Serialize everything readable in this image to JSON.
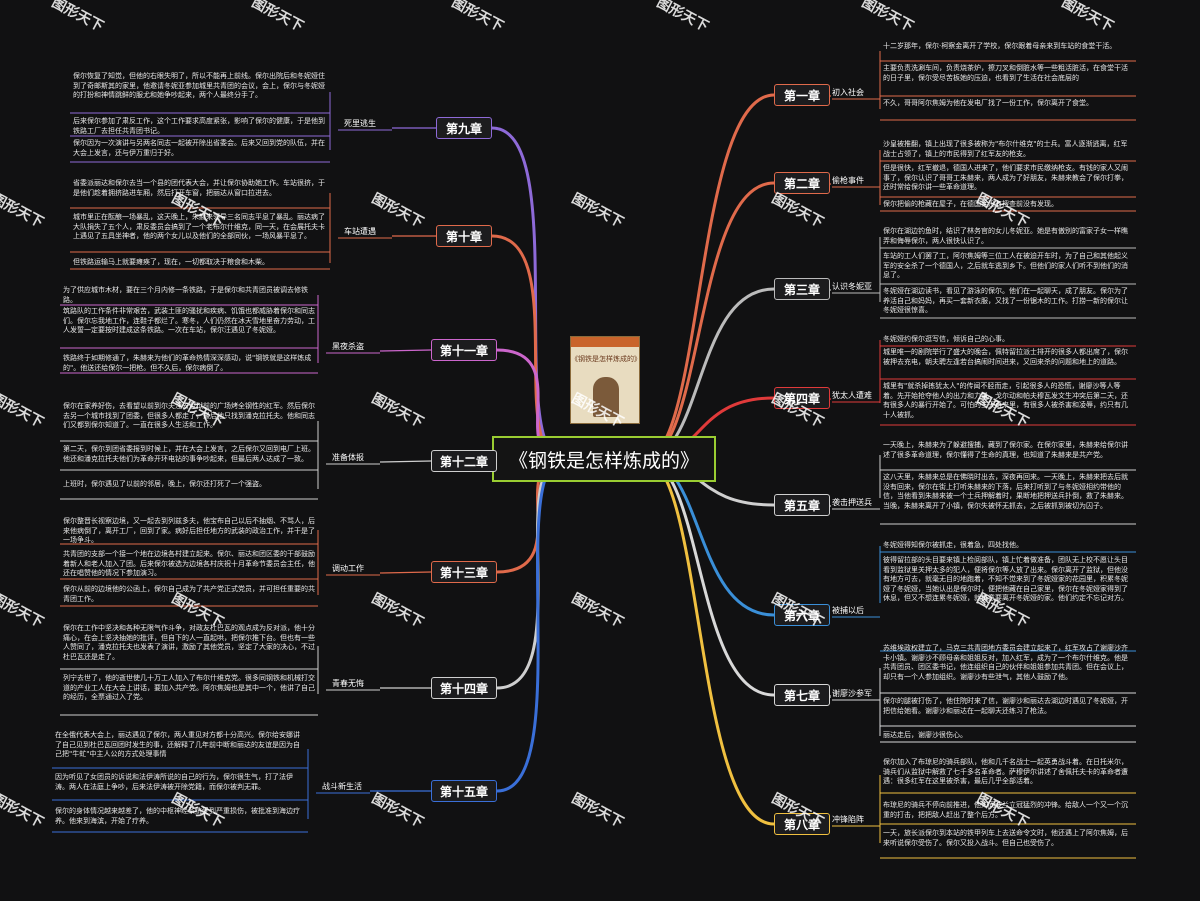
{
  "center_title": "《钢铁是怎样炼成的》",
  "watermark": "图形天下",
  "colors": {
    "c1": "#e06a4b",
    "c2": "#e06a4b",
    "c3": "#bbbbbb",
    "c4": "#e03a3a",
    "c5": "#cfcfcf",
    "c6": "#3a8fd8",
    "c7": "#d8d8d8",
    "c8": "#f0c040",
    "c9": "#8e6ad8",
    "c10": "#e06a4b",
    "c11": "#cc66cc",
    "c12": "#cfcfcf",
    "c13": "#e06a4b",
    "c14": "#cfcfcf",
    "c15": "#3a6fd8",
    "accent": "#9acd32"
  },
  "chapters": [
    {
      "id": "c1",
      "label": "第一章",
      "topic": "初入社会",
      "leaves": [
        "十二岁那年，保尔·柯察金离开了学校，保尔跟着母亲来到车站的食堂干活。",
        "主要负责洗涮车间，负责烧茶炉，擦刀叉和倒脏水等一些粗活脏活，在食堂干活的日子里，保尔受尽苦板她的压迫，也看到了生活在社会底层的",
        "不久，哥哥阿尔焦姆为他在发电厂找了一份工作，保尔离开了食堂。"
      ]
    },
    {
      "id": "c2",
      "label": "第二章",
      "topic": "偷枪事件",
      "leaves": [
        "沙皇被推翻，镇上出现了很多被称为\"布尔什维克\"的士兵。富人逐渐逃离，红军战士占领了，镇上的市民得到了红军友的枪支。",
        "但是很快，红军撤退，德国人进来了，他们要求市民缴纳枪支。有钱的家人又闹事了，保尔认识了哥哥工朱赫来，两人成为了好朋友，朱赫来教会了保尔打拳，还时常给保尔讲一些革命道理。",
        "保尔把偷的枪藏在屋子，在德国兵没有搜查前没有发现。"
      ]
    },
    {
      "id": "c3",
      "label": "第三章",
      "topic": "认识冬妮亚",
      "leaves": [
        "保尔在湖边钓鱼时，结识了林务官的女儿冬妮亚。她是有傲别的富家子女一样瞧弄和侮辱保尔，两人很快认识了。",
        "车站的工人们罢了工，阿尔焦姆等三位工人在被迫开车时，为了自己和其他起义军的安全杀了一个德国人，之后就车逃到乡下。但他们的家人们听不到他们的消息了。",
        "冬妮娅在湖边读书，看见了游泳的保尔。他们在一起聊天，成了朋友。保尔为了养活自己和妈妈，再买一套新衣服，又找了一份锯木的工作。打捞一新的保尔让冬妮娅很惊喜。"
      ]
    },
    {
      "id": "c4",
      "label": "第四章",
      "topic": "犹太人遭难",
      "leaves": [
        "冬妮娅约保尔逛写信，倾诉自己的心事。",
        "城里唯一的剧院举行了盛大的晚会，佩特留拉派士排开的很多人都出席了，保尔被押去充电，朝夫聘左逢若台搞闹时间进来，又回来杀的问题和地上的道路。",
        "城里有\"就杀掉拣犹太人\"的传闻不胫而走，引起很多人的恐慌，谢廖沙等人等着。先开始抢夺他人的出力和力量。戈尔动和帕夫穆瓦发文生冲突后第二天，还有很多人的暴行开始了。可怕的三天再来里，有很多人被杀害和凌辱，约只有几十人被抓。"
      ]
    },
    {
      "id": "c5",
      "label": "第五章",
      "topic": "袭击押送兵",
      "leaves": [
        "一天晚上，朱赫来为了躲避搜捕，藏到了保尔家。在保尔家里，朱赫来给保尔讲述了很多革命道理，保尔懂得了生命的真理，也知道了朱赫来是共产党。",
        "这八天里，朱赫来总是在佛晓时出去，深夜再回来。一天晚上，朱赫来把去后就没有回来，保尔在街上打听朱赫来的下落，后来打听到了与冬妮娅相约带他的信，当他看到朱赫来被一个士兵押解着时，果断地把押送兵扑倒，救了朱赫来。当晚，朱赫来离开了小镇，保尔失被怀无抓去，之后被抓到被切为囚子。"
      ]
    },
    {
      "id": "c6",
      "label": "第六章",
      "topic": "被捕以后",
      "leaves": [
        "冬妮娅得知保尔被抓走，很着急，四处找他。",
        "彼得留拉部的头目要来镇上检阅部队，镇上忙着做准备，团队无上校不愿让头目看到监狱里关押太多的犯人，便将保尔等人放了出来。保尔离开了监狱，但他没有地方可去，就毫无目的地跑着，不知不觉来到了冬妮娅家的花园里，积累冬妮娅了冬妮娅，当她认出是保尔时，便把他藏在自己家里，保尔在冬妮娅家得到了休息，但又不想连累冬妮娅，就执意要离开冬妮娅的家。他们约定不忘记对方。"
      ]
    },
    {
      "id": "c7",
      "label": "第七章",
      "topic": "谢廖沙参军",
      "leaves": [
        "苏维埃政权建立了，马克三共青团地方委员会建立起来了，红军攻占了谢廖沙齐卡小镇。谢廖沙不顾母亲和姐姐反对，加入红军，成为了一个布尔什维克。他是共青团员、团区委书记，他连组织自己的伙伴和姐姐参加共青团。但在会议上，却只有一个人参加组织。谢廖沙有些泄气，其他人鼓励了他。",
        "保尔的腿被打伤了，他住院时来了信，谢廖沙和丽达去湖边时遇见了冬妮娅，开把信给她看。谢廖沙和丽达在一起聊天还练习了枪法。",
        "丽达走后，谢廖沙很伤心。"
      ]
    },
    {
      "id": "c8",
      "label": "第八章",
      "topic": "冲锋陷阵",
      "leaves": [
        "保尔加入了布琼尼的骑兵部队，他和几千名战士一起英勇战斗着。在日托米尔，骑兵们从监狱中解救了七千多名革命者。萨穆伊尔讲述了舍佩托夫卡的革命者遭遇：很多红军在这里被杀害，最后几乎全部活着。",
        "布琼尼的骑兵不停向前推进，他如同波兰立冠猛烈的冲锋。给敌人一个又一个沉重的打击，把把敌人赶出了整个后方。",
        "一天，旅长派保尔到本站的铁甲列车上去送命令文时，他还遇上了阿尔焦姆，后来听说保尔受伤了。保尔又投入战斗。但自己也受伤了。"
      ]
    },
    {
      "id": "c9",
      "label": "第九章",
      "topic": "死里逃生",
      "leaves": [
        "保尔恢复了知觉，但他的右眼失明了，所以不能再上前线。保尔出院后和冬妮娅住到了奇邮斯其的家里，他邀请冬妮亚参加城里共青团的会议，会上，保尔与冬妮娅的打扮和神情跳鲜的服尤和她争吵起来，两个人最终分手了。",
        "后来保尔参加了肃反工作，这个工作要求高度紧张，影响了保尔的健康，于是他到铁路工厂去担任共青团书记。",
        "保尔因为一次演讲与另两名同志一起被开除出省委会。后来又回到党的队伍，并在大会上发言，还与伊万重归于好。"
      ]
    },
    {
      "id": "c10",
      "label": "第十章",
      "topic": "车站遭遇",
      "leaves": [
        "省委派丽达和保尔去当一个县的团代表大会，并让保尔协助她工作。车站很挤，于是他们趁着拥挤路进车厢，然后打开车窗，把丽达从窗口拉进去。",
        "城市里正在酝酿一场暴乱，这天晚上，朱赫来领导三名同志平息了暴乱。丽达病了大队捐失了五个人，肃反委员会搞到了一个老布尔什维克，同一天，在会展托夫卡上遇见了五具坐神者，他的两个女儿以及他们的全部同伙，一场风暴平息了。",
        "但铁路运输马上就要瘫痪了，现在，一切都取决于粮食和木柴。"
      ]
    },
    {
      "id": "c11",
      "label": "第十一章",
      "topic": "黑夜杀盗",
      "leaves": [
        "为了供应城市木材，要在三个月内修一条铁路，于是保尔和共青团员被调去修铁路。",
        "筑路队的工作条件非常艰苦，武装土匪的骚扰和疾病、饥饿也都威胁着保尔和同志们。保尔忘我地工作，连鞋子都烂了。寒冬，人们仍然在冰天雪地里奋力劳动，工人发誓一定要按时建成这条铁路。一次在车站，保尔汪遇见了冬妮娅。",
        "铁路终于如期修通了，朱赫来为他们的革命热情深深感动，说\"钢铁就是这样炼成的\"。他送还给保尔一把枪。但不久后，保尔病倒了。"
      ]
    },
    {
      "id": "c12",
      "label": "第十二章",
      "topic": "准备体报",
      "leaves": [
        "保尔在家养好伤，去看望以前到尔夫涅去监狱前的广场烤全钢性的红军。然后保尔去另一个城市找到了团委，但很多人都走了，最后他只找到潘克拉托夫。他和同志们又都到保尔知道了。一直在很多人生活和工作。",
        "第二天，保尔到团省委报到时候上，并在大会上发言，之后保尔又回到电厂上班。他还和潘克拉托夫他们为革命开环电钻的事争吵起来，但最后两人达成了一致。",
        "上班时，保尔遇见了以前的邻居，晚上，保尔还打死了一个强盗。"
      ]
    },
    {
      "id": "c13",
      "label": "第十三章",
      "topic": "调动工作",
      "leaves": [
        "保尔整晋长视察边境，又一起去到列兹多夫，他宝布自己以后不抽烟、不骂人，后来他病倒了，离开工厂，回到了家。病好后担任地方的武装的政治工作，并干是了一场争斗。",
        "共青团的支部一个接一个地在边境各村建立起来。保尔、丽达和团区委的干部鼓励着新人和老人加入了团。后来保尔被选为边境各村庆祝十月革命节委员会主任，他还在唱赞他的情况下参加演习。",
        "保尔从前的边境他的公函上，保尔自己成为了共产党正式党员，并可担任重要的共青团工作。"
      ]
    },
    {
      "id": "c14",
      "label": "第十四章",
      "topic": "青春无悔",
      "leaves": [
        "保尔在工作中坚决和各种无限气作斗争，对政友杜巴瓦的观点成为反对派，他十分痛心，在会上坚决抽她的批评，但自下的人一直起哄，把保尔推下台。但也有一些人赞同了，潘克拉托夫也发表了演讲，激励了其他党员，坚定了大家的决心，不过杜巴瓦还是走了。",
        "列宁去世了，他的逝世使几十万工人加入了布尔什维克党。很多同钢铁和机械打交道的产业工人在大会上讲话，要加入共产党。阿尔焦姆也是其中一个，他讲了自己的经历，全票通过入了党。"
      ]
    },
    {
      "id": "c15",
      "label": "第十五章",
      "topic": "战斗新生活",
      "leaves": [
        "在全俄代表大会上，丽达遇见了保尔，两人重见对方都十分高兴。保尔给安娜讲了自己见到杜巴瓦回团时发生的事，还解释了几年前中断和丽达的友谊是因为自己把\"牛虻\"中主人公的方式处理事情",
        "因为听见了女团员的诉说和法伊涛所说的自己的行为，保尔很生气，打了法伊涛。两人在法庭上争吵，后来法伊涛被开除党籍，而保尔被判无罪。",
        "保尔的身体情况越来越差了，他的中枢神经系统受到严重损伤，被批准到海边疗养。他来到海滨，开始了疗养。"
      ]
    }
  ]
}
